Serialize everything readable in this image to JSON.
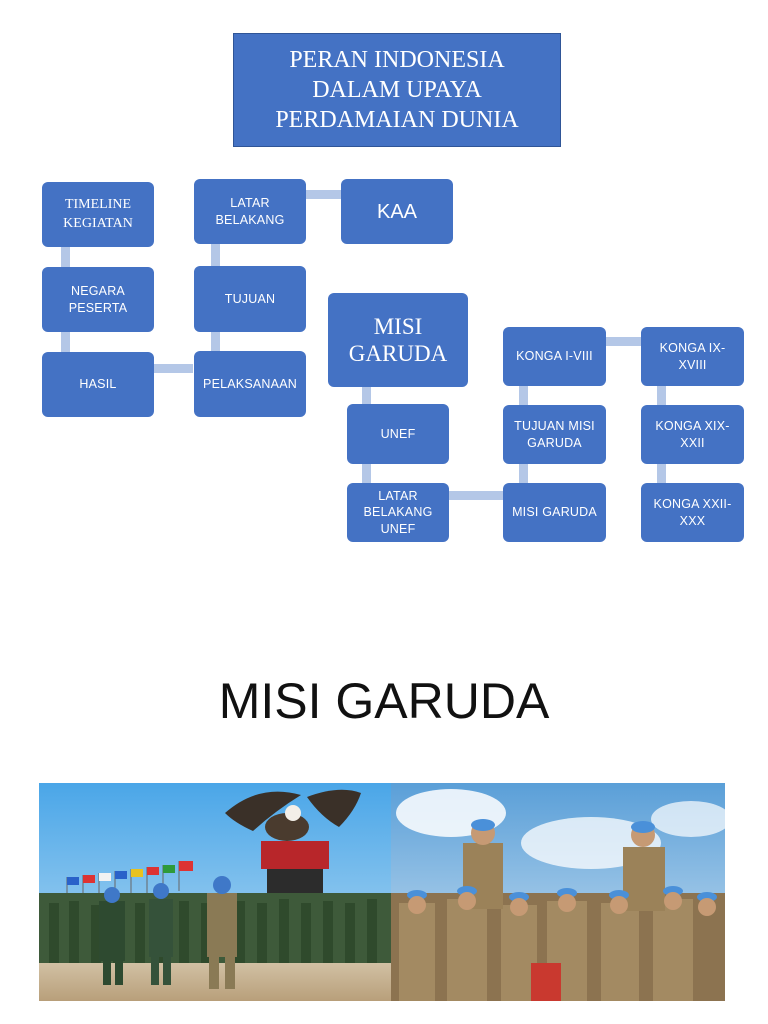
{
  "title": "PERAN INDONESIA\nDALAM UPAYA\nPERDAMAIAN DUNIA",
  "nodes": {
    "timeline": "TIMELINE\nKEGIATAN",
    "negara": "NEGARA\nPESERTA",
    "hasil": "HASIL",
    "latar": "LATAR\nBELAKANG",
    "tujuan": "TUJUAN",
    "pelaksanaan": "PELAKSANAAN",
    "kaa": "KAA",
    "misi_garuda_main": "MISI\nGARUDA",
    "unef": "UNEF",
    "latar_unef": "LATAR\nBELAKANG\nUNEF",
    "konga_1_8": "KONGA I-VIII",
    "tujuan_misi": "TUJUAN MISI\nGARUDA",
    "misi_garuda": "MISI GARUDA",
    "konga_9_18": "KONGA IX-\nXVIII",
    "konga_19_22": "KONGA XIX-\nXXII",
    "konga_22_30": "KONGA XXII-\nXXX"
  },
  "section_heading": "MISI GARUDA",
  "colors": {
    "box": "#4472c4",
    "connector": "#b4c7e7",
    "text": "#ffffff"
  }
}
